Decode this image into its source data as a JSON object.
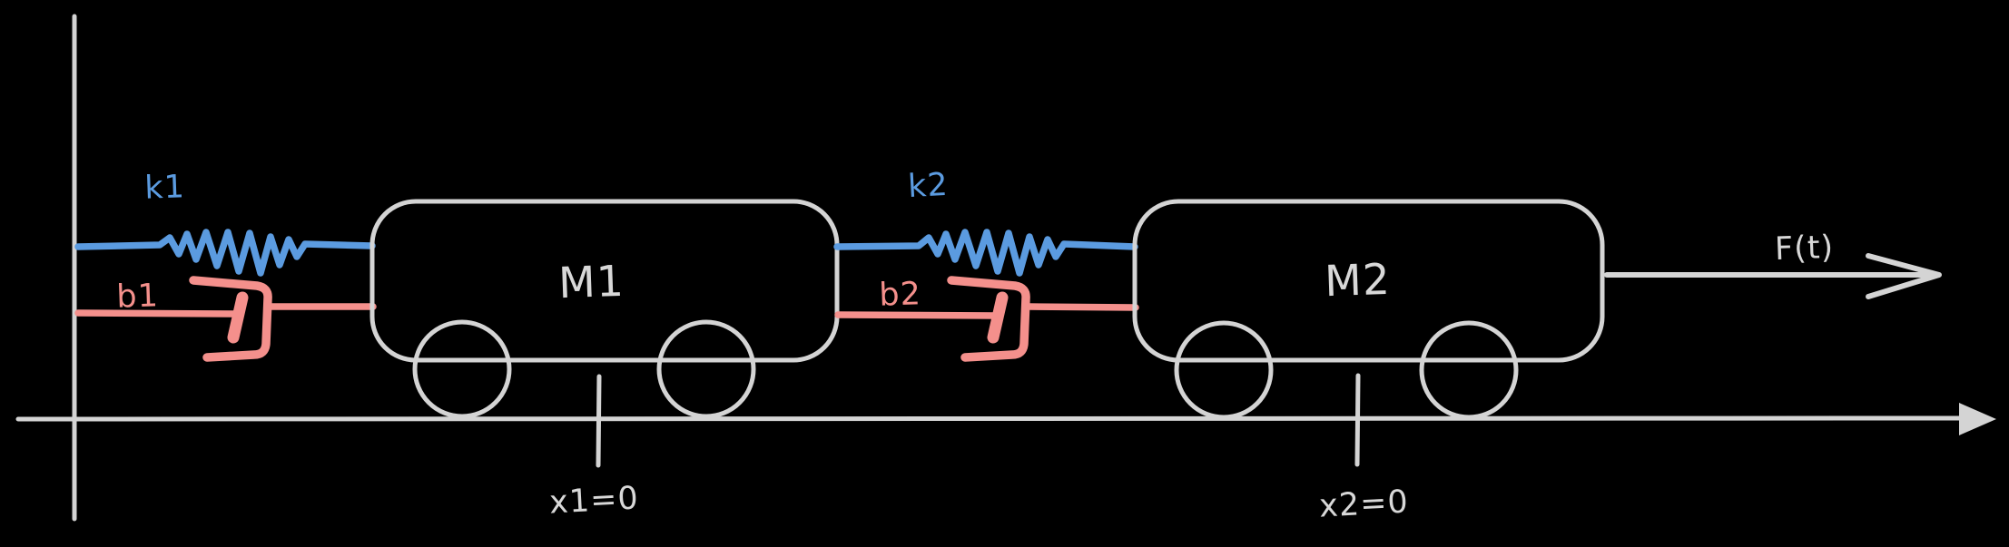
{
  "diagram_type": "two-mass spring-damper system sketch",
  "colors": {
    "background": "#000000",
    "spring": "#5b9be0",
    "damper": "#f4908c",
    "structure": "#d4d4d4"
  },
  "springs": [
    {
      "label": "k1"
    },
    {
      "label": "k2"
    }
  ],
  "dampers": [
    {
      "label": "b1"
    },
    {
      "label": "b2"
    }
  ],
  "masses": [
    {
      "label": "M1",
      "position_label": "x1=0"
    },
    {
      "label": "M2",
      "position_label": "x2=0"
    }
  ],
  "force": {
    "label": "F(t)"
  }
}
